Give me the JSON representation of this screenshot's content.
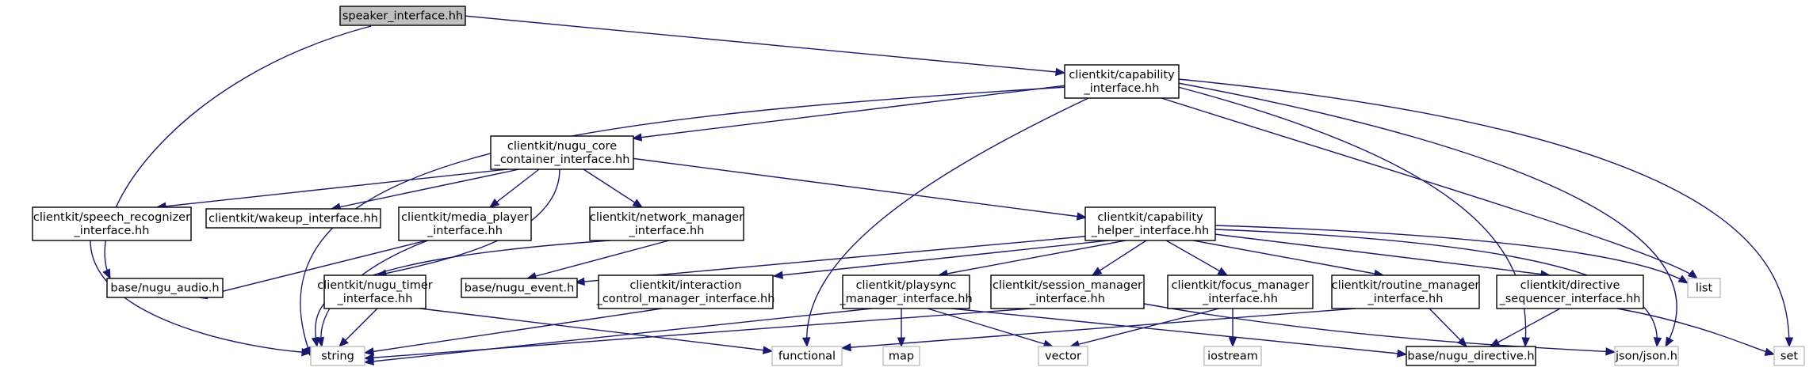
{
  "colors": {
    "edge": "#191970",
    "root_fill": "#bfbfbf",
    "node_border": "#000000",
    "external_border": "#bfbfbf",
    "node_fill": "#ffffff"
  },
  "nodes": [
    {
      "id": "speaker",
      "kind": "root",
      "lines": [
        "speaker_interface.hh"
      ]
    },
    {
      "id": "cap",
      "kind": "normal",
      "lines": [
        "clientkit/capability",
        "_interface.hh"
      ]
    },
    {
      "id": "core",
      "kind": "normal",
      "lines": [
        "clientkit/nugu_core",
        "_container_interface.hh"
      ]
    },
    {
      "id": "speech",
      "kind": "normal",
      "lines": [
        "clientkit/speech_recognizer",
        "_interface.hh"
      ]
    },
    {
      "id": "wakeup",
      "kind": "normal",
      "lines": [
        "clientkit/wakeup_interface.hh"
      ]
    },
    {
      "id": "media",
      "kind": "normal",
      "lines": [
        "clientkit/media_player",
        "_interface.hh"
      ]
    },
    {
      "id": "network",
      "kind": "normal",
      "lines": [
        "clientkit/network_manager",
        "_interface.hh"
      ]
    },
    {
      "id": "caphelper",
      "kind": "normal",
      "lines": [
        "clientkit/capability",
        "_helper_interface.hh"
      ]
    },
    {
      "id": "audio",
      "kind": "normal",
      "lines": [
        "base/nugu_audio.h"
      ]
    },
    {
      "id": "timer",
      "kind": "normal",
      "lines": [
        "clientkit/nugu_timer",
        "_interface.hh"
      ]
    },
    {
      "id": "event",
      "kind": "normal",
      "lines": [
        "base/nugu_event.h"
      ]
    },
    {
      "id": "interaction",
      "kind": "normal",
      "lines": [
        "clientkit/interaction",
        "_control_manager_interface.hh"
      ]
    },
    {
      "id": "playsync",
      "kind": "normal",
      "lines": [
        "clientkit/playsync",
        "_manager_interface.hh"
      ]
    },
    {
      "id": "session",
      "kind": "normal",
      "lines": [
        "clientkit/session_manager",
        "_interface.hh"
      ]
    },
    {
      "id": "focus",
      "kind": "normal",
      "lines": [
        "clientkit/focus_manager",
        "_interface.hh"
      ]
    },
    {
      "id": "routine",
      "kind": "normal",
      "lines": [
        "clientkit/routine_manager",
        "_interface.hh"
      ]
    },
    {
      "id": "directiveseq",
      "kind": "normal",
      "lines": [
        "clientkit/directive",
        "_sequencer_interface.hh"
      ]
    },
    {
      "id": "list",
      "kind": "external",
      "lines": [
        "list"
      ]
    },
    {
      "id": "string",
      "kind": "external",
      "lines": [
        "string"
      ]
    },
    {
      "id": "functional",
      "kind": "external",
      "lines": [
        "functional"
      ]
    },
    {
      "id": "map",
      "kind": "external",
      "lines": [
        "map"
      ]
    },
    {
      "id": "vector",
      "kind": "external",
      "lines": [
        "vector"
      ]
    },
    {
      "id": "iostream",
      "kind": "external",
      "lines": [
        "iostream"
      ]
    },
    {
      "id": "directive",
      "kind": "normal",
      "lines": [
        "base/nugu_directive.h"
      ]
    },
    {
      "id": "json",
      "kind": "external",
      "lines": [
        "json/json.h"
      ]
    },
    {
      "id": "set",
      "kind": "external",
      "lines": [
        "set"
      ]
    }
  ],
  "edges": [
    {
      "from": "speaker",
      "to": "cap"
    },
    {
      "from": "speaker",
      "to": "audio"
    },
    {
      "from": "cap",
      "to": "core"
    },
    {
      "from": "cap",
      "to": "string"
    },
    {
      "from": "cap",
      "to": "functional"
    },
    {
      "from": "cap",
      "to": "list"
    },
    {
      "from": "cap",
      "to": "directive"
    },
    {
      "from": "cap",
      "to": "json"
    },
    {
      "from": "cap",
      "to": "set"
    },
    {
      "from": "core",
      "to": "speech"
    },
    {
      "from": "core",
      "to": "wakeup"
    },
    {
      "from": "core",
      "to": "media"
    },
    {
      "from": "core",
      "to": "network"
    },
    {
      "from": "core",
      "to": "caphelper"
    },
    {
      "from": "core",
      "to": "timer"
    },
    {
      "from": "speech",
      "to": "string"
    },
    {
      "from": "media",
      "to": "audio"
    },
    {
      "from": "media",
      "to": "string"
    },
    {
      "from": "network",
      "to": "event"
    },
    {
      "from": "network",
      "to": "string"
    },
    {
      "from": "timer",
      "to": "string"
    },
    {
      "from": "timer",
      "to": "functional"
    },
    {
      "from": "caphelper",
      "to": "event"
    },
    {
      "from": "caphelper",
      "to": "interaction"
    },
    {
      "from": "caphelper",
      "to": "playsync"
    },
    {
      "from": "caphelper",
      "to": "session"
    },
    {
      "from": "caphelper",
      "to": "focus"
    },
    {
      "from": "caphelper",
      "to": "routine"
    },
    {
      "from": "caphelper",
      "to": "directiveseq"
    },
    {
      "from": "caphelper",
      "to": "list"
    },
    {
      "from": "caphelper",
      "to": "json"
    },
    {
      "from": "interaction",
      "to": "string"
    },
    {
      "from": "playsync",
      "to": "string"
    },
    {
      "from": "playsync",
      "to": "map"
    },
    {
      "from": "playsync",
      "to": "vector"
    },
    {
      "from": "playsync",
      "to": "directive"
    },
    {
      "from": "session",
      "to": "string"
    },
    {
      "from": "session",
      "to": "json"
    },
    {
      "from": "focus",
      "to": "vector"
    },
    {
      "from": "focus",
      "to": "iostream"
    },
    {
      "from": "routine",
      "to": "functional"
    },
    {
      "from": "routine",
      "to": "directive"
    },
    {
      "from": "directiveseq",
      "to": "directive"
    },
    {
      "from": "directiveseq",
      "to": "set"
    }
  ]
}
